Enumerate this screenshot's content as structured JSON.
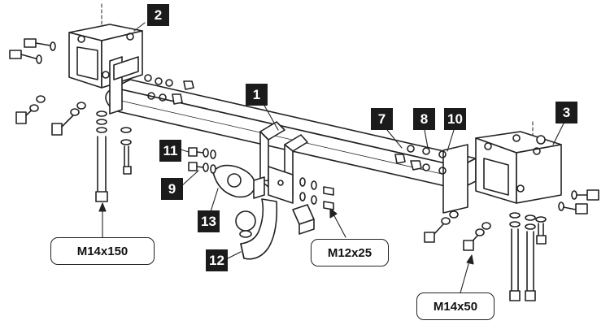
{
  "diagram": {
    "part_numbers": [
      "1",
      "2",
      "3",
      "7",
      "8",
      "9",
      "10",
      "11",
      "12",
      "13"
    ],
    "bolt_specs": [
      "M14x150",
      "M12x25",
      "M14x50"
    ]
  },
  "colors": {
    "stroke": "#222222",
    "label_bg": "#1b1b1b",
    "label_text": "#ffffff",
    "background": "#ffffff"
  }
}
